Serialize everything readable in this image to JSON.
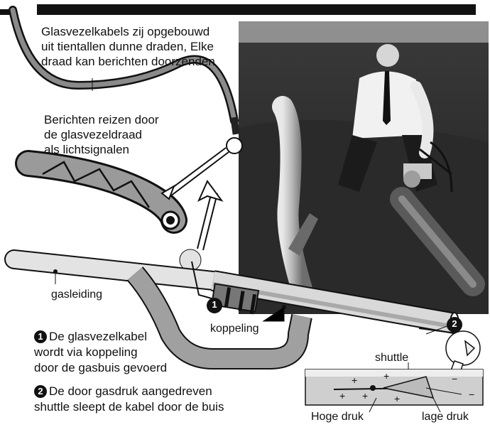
{
  "texts": {
    "fiber_cable_intro": [
      "Glasvezelkabels zij opgebouwd",
      "uit tientallen dunne draden, Elke",
      "draad kan berichten doorzenden"
    ],
    "light_signals": [
      "Berichten reizen door",
      "de glasvezeldraad",
      "als lichtsignalen"
    ],
    "gas_pipe_label": "gasleiding",
    "coupling_label": "koppeling",
    "shuttle_label": "shuttle",
    "high_pressure_label": "Hoge druk",
    "low_pressure_label": "lage druk",
    "step1_number": "1",
    "step2_number": "2",
    "step1_lines": [
      "De glasvezelkabel",
      "wordt via koppeling",
      "door de  gasbuis gevoerd"
    ],
    "step2_lines": [
      "De door gasdruk aangedreven",
      "shuttle sleept de kabel door de buis"
    ]
  },
  "colors": {
    "ink": "#111111",
    "pipe": "#bdbdbd",
    "pipe_shade": "#8f8f8f",
    "photo_bg": "#2e2e2e"
  },
  "icons": [
    "fiber-cable-icon",
    "magnifier-circle-icon",
    "step-number-badge-icon",
    "arrow-icon"
  ]
}
